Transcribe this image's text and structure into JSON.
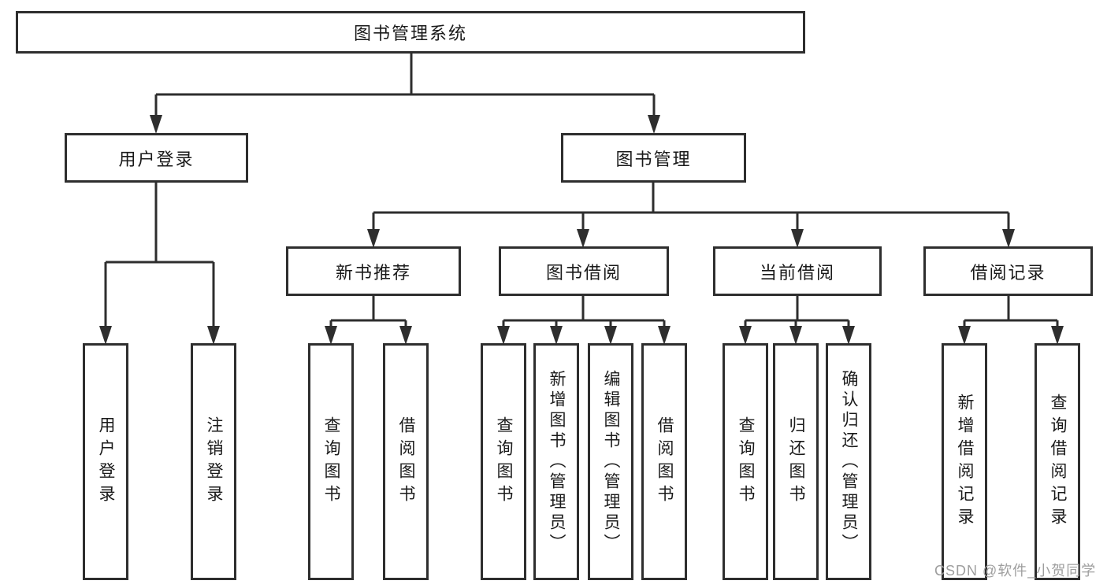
{
  "diagram_title": "图书管理系统",
  "nodes": {
    "root": "图书管理系统",
    "user_login": "用户登录",
    "book_mgmt": "图书管理",
    "new_book_rec": "新书推荐",
    "book_borrow": "图书借阅",
    "current_borrow": "当前借阅",
    "borrow_records": "借阅记录",
    "leaf_user_login": "用户登录",
    "leaf_logout": "注销登录",
    "leaf_query_book_a": "查询图书",
    "leaf_borrow_book_a": "借阅图书",
    "leaf_query_book_b": "查询图书",
    "leaf_add_book": "新增图书（管理员）",
    "leaf_edit_book": "编辑图书（管理员）",
    "leaf_borrow_book_b": "借阅图书",
    "leaf_query_book_c": "查询图书",
    "leaf_return_book": "归还图书",
    "leaf_confirm_return": "确认归还（管理员）",
    "leaf_add_record": "新增借阅记录",
    "leaf_query_record": "查询借阅记录"
  },
  "watermark": "CSDN @软件_小贺同学",
  "colors": {
    "line": "#2e2e2e",
    "box_background": "#ffffff",
    "text": "#1a1a1a",
    "watermark": "#9e9e9e"
  }
}
